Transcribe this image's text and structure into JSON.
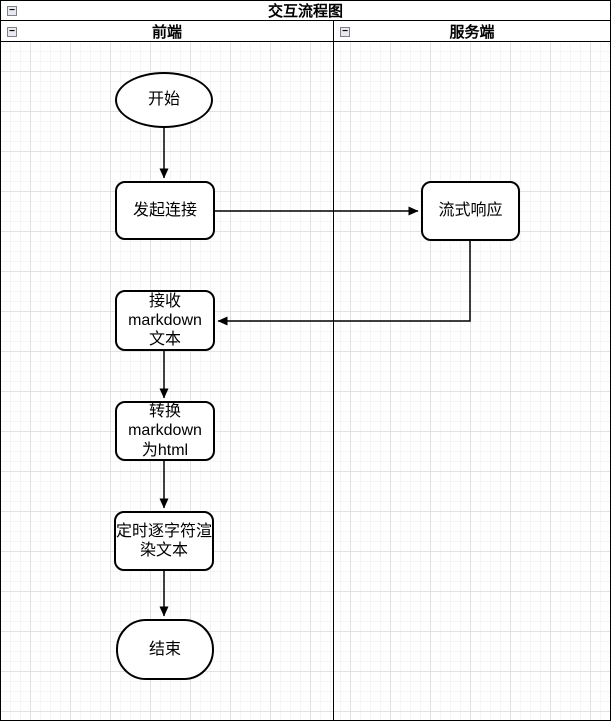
{
  "diagram": {
    "title": "交互流程图",
    "lanes": [
      {
        "id": "frontend",
        "label": "前端"
      },
      {
        "id": "backend",
        "label": "服务端"
      }
    ],
    "collapse_glyph": "−"
  },
  "nodes": {
    "start": {
      "label": "开始",
      "shape": "ellipse"
    },
    "initiate_connection": {
      "label": "发起连接",
      "shape": "rounded-rect"
    },
    "streaming_response": {
      "label": "流式响应",
      "shape": "rounded-rect"
    },
    "receive_markdown": {
      "label": "接收\nmarkdown\n文本",
      "shape": "rounded-rect"
    },
    "convert_markdown": {
      "label": "转换\nmarkdown\n为html",
      "shape": "rounded-rect"
    },
    "timed_render": {
      "label": "定时逐字符渲\n染文本",
      "shape": "rounded-rect"
    },
    "end": {
      "label": "结束",
      "shape": "terminator"
    }
  },
  "edges": [
    {
      "from": "start",
      "to": "initiate_connection"
    },
    {
      "from": "initiate_connection",
      "to": "streaming_response"
    },
    {
      "from": "streaming_response",
      "to": "receive_markdown"
    },
    {
      "from": "receive_markdown",
      "to": "convert_markdown"
    },
    {
      "from": "convert_markdown",
      "to": "timed_render"
    },
    {
      "from": "timed_render",
      "to": "end"
    }
  ],
  "colors": {
    "shape_fill": "#ffffff",
    "shape_stroke": "#000000",
    "grid_major": "#e2e2e2",
    "grid_minor": "#f5f5f5"
  }
}
